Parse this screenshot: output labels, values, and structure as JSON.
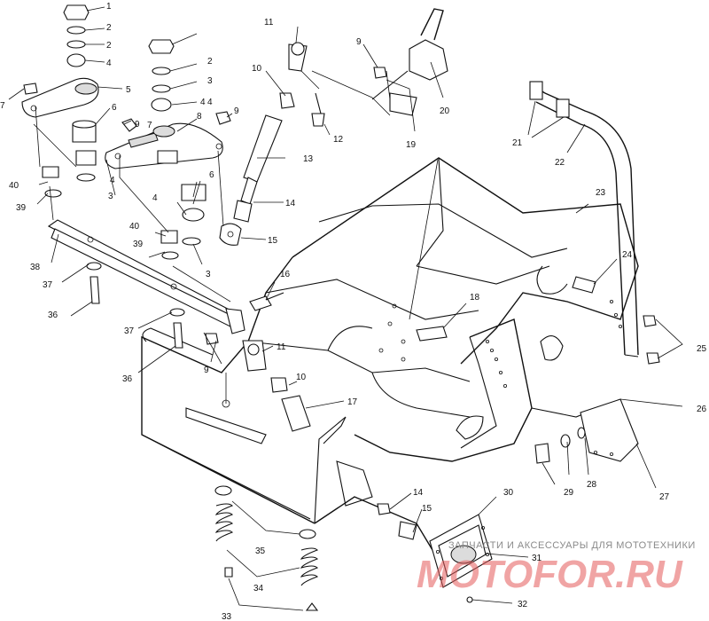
{
  "callouts": [
    {
      "id": "c1",
      "text": "1"
    },
    {
      "id": "c2",
      "text": "2"
    },
    {
      "id": "c2b",
      "text": "2"
    },
    {
      "id": "c4",
      "text": "4"
    },
    {
      "id": "c5",
      "text": "5"
    },
    {
      "id": "c7a",
      "text": "7"
    },
    {
      "id": "c6a",
      "text": "6"
    },
    {
      "id": "c9a",
      "text": "9"
    },
    {
      "id": "c8",
      "text": "8"
    },
    {
      "id": "c7b",
      "text": "7"
    },
    {
      "id": "c4b",
      "text": "4"
    },
    {
      "id": "c9b",
      "text": "9"
    },
    {
      "id": "c2c",
      "text": "2"
    },
    {
      "id": "c3a",
      "text": "3"
    },
    {
      "id": "c4c",
      "text": "4"
    },
    {
      "id": "c11a",
      "text": "11"
    },
    {
      "id": "c10a",
      "text": "10"
    },
    {
      "id": "c12",
      "text": "12"
    },
    {
      "id": "c9c",
      "text": "9"
    },
    {
      "id": "c19",
      "text": "19"
    },
    {
      "id": "c20",
      "text": "20"
    },
    {
      "id": "c21",
      "text": "21"
    },
    {
      "id": "c22",
      "text": "22"
    },
    {
      "id": "c13",
      "text": "13"
    },
    {
      "id": "c14a",
      "text": "14"
    },
    {
      "id": "c15a",
      "text": "15"
    },
    {
      "id": "c6b",
      "text": "6"
    },
    {
      "id": "c4d",
      "text": "4"
    },
    {
      "id": "c3b",
      "text": "3"
    },
    {
      "id": "c40a",
      "text": "40"
    },
    {
      "id": "c4e",
      "text": "4"
    },
    {
      "id": "c3c",
      "text": "3"
    },
    {
      "id": "c39a",
      "text": "39"
    },
    {
      "id": "c40b",
      "text": "40"
    },
    {
      "id": "c39b",
      "text": "39"
    },
    {
      "id": "c38",
      "text": "38"
    },
    {
      "id": "c37a",
      "text": "37"
    },
    {
      "id": "c36a",
      "text": "36"
    },
    {
      "id": "c37b",
      "text": "37"
    },
    {
      "id": "c36b",
      "text": "36"
    },
    {
      "id": "c16",
      "text": "16"
    },
    {
      "id": "c9d",
      "text": "9"
    },
    {
      "id": "c11b",
      "text": "11"
    },
    {
      "id": "c10b",
      "text": "10"
    },
    {
      "id": "c17",
      "text": "17"
    },
    {
      "id": "c18",
      "text": "18"
    },
    {
      "id": "c23",
      "text": "23"
    },
    {
      "id": "c24",
      "text": "24"
    },
    {
      "id": "c25",
      "text": "25"
    },
    {
      "id": "c26",
      "text": "26"
    },
    {
      "id": "c27",
      "text": "27"
    },
    {
      "id": "c28",
      "text": "28"
    },
    {
      "id": "c29",
      "text": "29"
    },
    {
      "id": "c30",
      "text": "30"
    },
    {
      "id": "c31",
      "text": "31"
    },
    {
      "id": "c32",
      "text": "32"
    },
    {
      "id": "c14b",
      "text": "14"
    },
    {
      "id": "c15b",
      "text": "15"
    },
    {
      "id": "c35",
      "text": "35"
    },
    {
      "id": "c34",
      "text": "34"
    },
    {
      "id": "c33",
      "text": "33"
    }
  ],
  "watermark": {
    "caption": "ЗАПЧАСТИ И АКСЕССУАРЫ ДЛЯ МОТОТЕХНИКИ",
    "logo": "MOTOFOR.RU",
    "logo_color": "#e45a5a"
  }
}
